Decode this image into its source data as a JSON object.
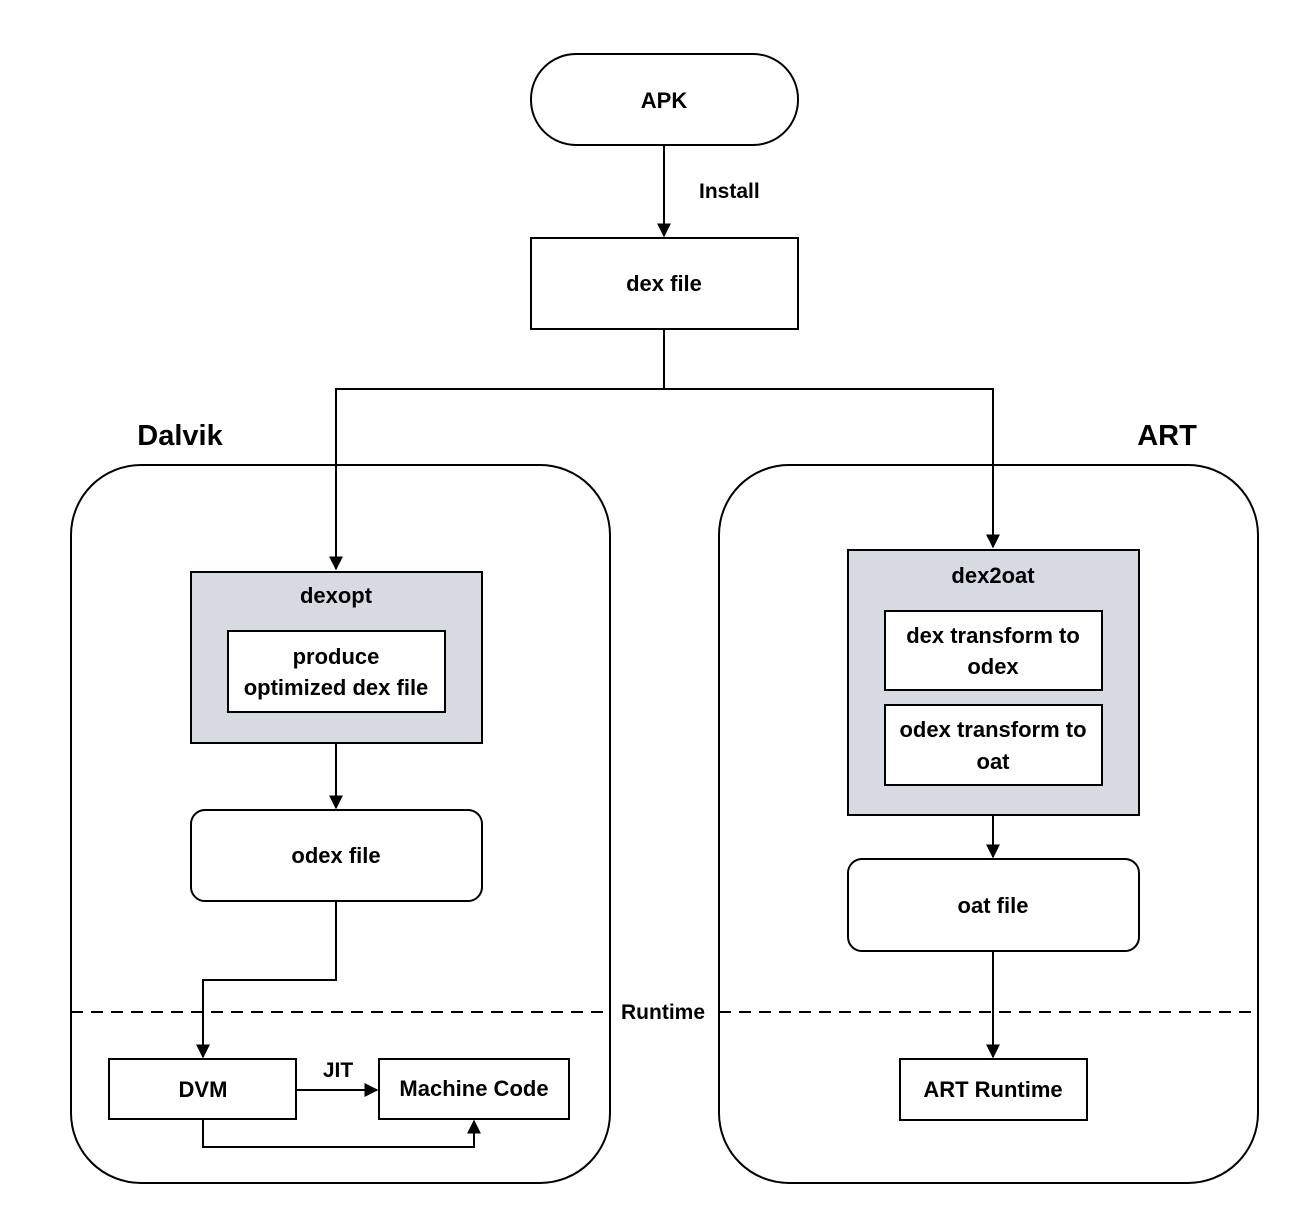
{
  "diagram": {
    "nodes": {
      "apk": "APK",
      "dex_file": "dex file",
      "dexopt": "dexopt",
      "produce_line1": "produce",
      "produce_line2": "optimized dex file",
      "odex_file": "odex file",
      "dvm": "DVM",
      "machine_code": "Machine Code",
      "dex2oat": "dex2oat",
      "dex_to_odex_line1": "dex transform to",
      "dex_to_odex_line2": "odex",
      "odex_to_oat_line1": "odex transform to",
      "odex_to_oat_line2": "oat",
      "oat_file": "oat file",
      "art_runtime": "ART Runtime"
    },
    "groups": {
      "dalvik": "Dalvik",
      "art": "ART"
    },
    "edge_labels": {
      "install": "Install",
      "jit": "JIT",
      "runtime": "Runtime"
    },
    "colors": {
      "stroke": "#000000",
      "process_fill": "#d6dae1",
      "box_fill": "#ffffff"
    }
  }
}
